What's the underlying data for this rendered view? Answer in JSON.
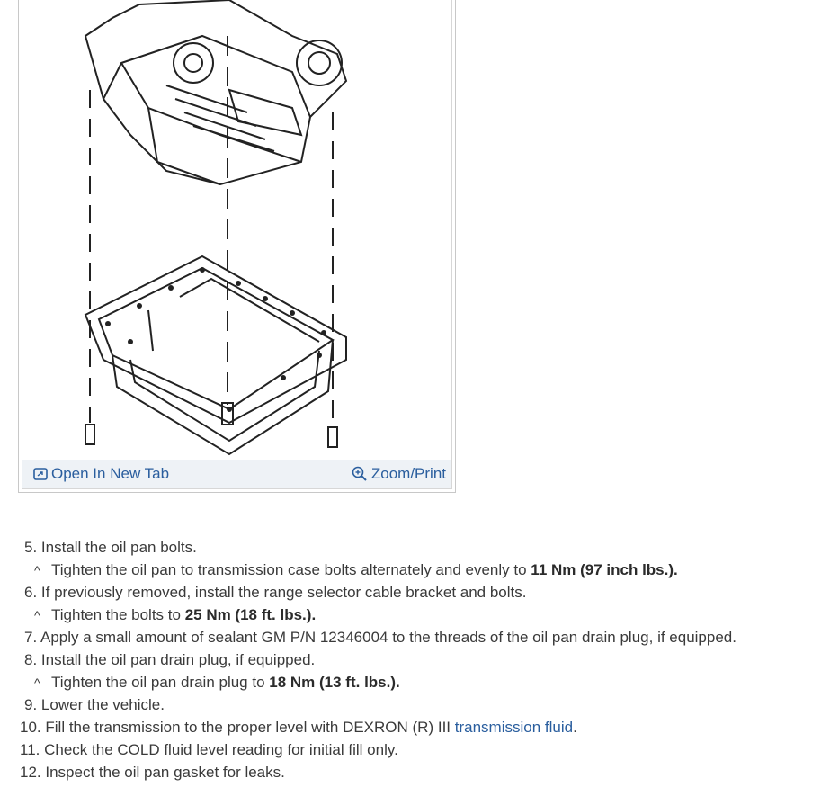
{
  "figure": {
    "open_tab_label": "Open In New Tab",
    "zoom_label": "Zoom/Print"
  },
  "steps": [
    {
      "num": "5.",
      "text": "Install the oil pan bolts."
    },
    {
      "sub": true,
      "text": "Tighten the oil pan to transmission case bolts alternately and evenly to ",
      "bold": "11 Nm (97 inch lbs.)."
    },
    {
      "num": "6.",
      "text": "If previously removed, install the range selector cable bracket and bolts."
    },
    {
      "sub": true,
      "text": "Tighten the bolts to ",
      "bold": "25 Nm (18 ft. lbs.)."
    },
    {
      "num": "7.",
      "text": "Apply a small amount of sealant GM P/N 12346004 to the threads of the oil pan drain plug, if equipped."
    },
    {
      "num": "8.",
      "text": "Install the oil pan drain plug, if equipped."
    },
    {
      "sub": true,
      "text": "Tighten the oil pan drain plug to ",
      "bold": "18 Nm (13 ft. lbs.)."
    },
    {
      "num": "9.",
      "text": "Lower the vehicle."
    },
    {
      "num": "10.",
      "text": "Fill the transmission to the proper level with DEXRON (R) III ",
      "link": "transmission fluid",
      "after": "."
    },
    {
      "num": "11.",
      "text": "Check the COLD fluid level reading for initial fill only."
    },
    {
      "num": "12.",
      "text": "Inspect the oil pan gasket for leaks."
    }
  ],
  "caret": "^"
}
